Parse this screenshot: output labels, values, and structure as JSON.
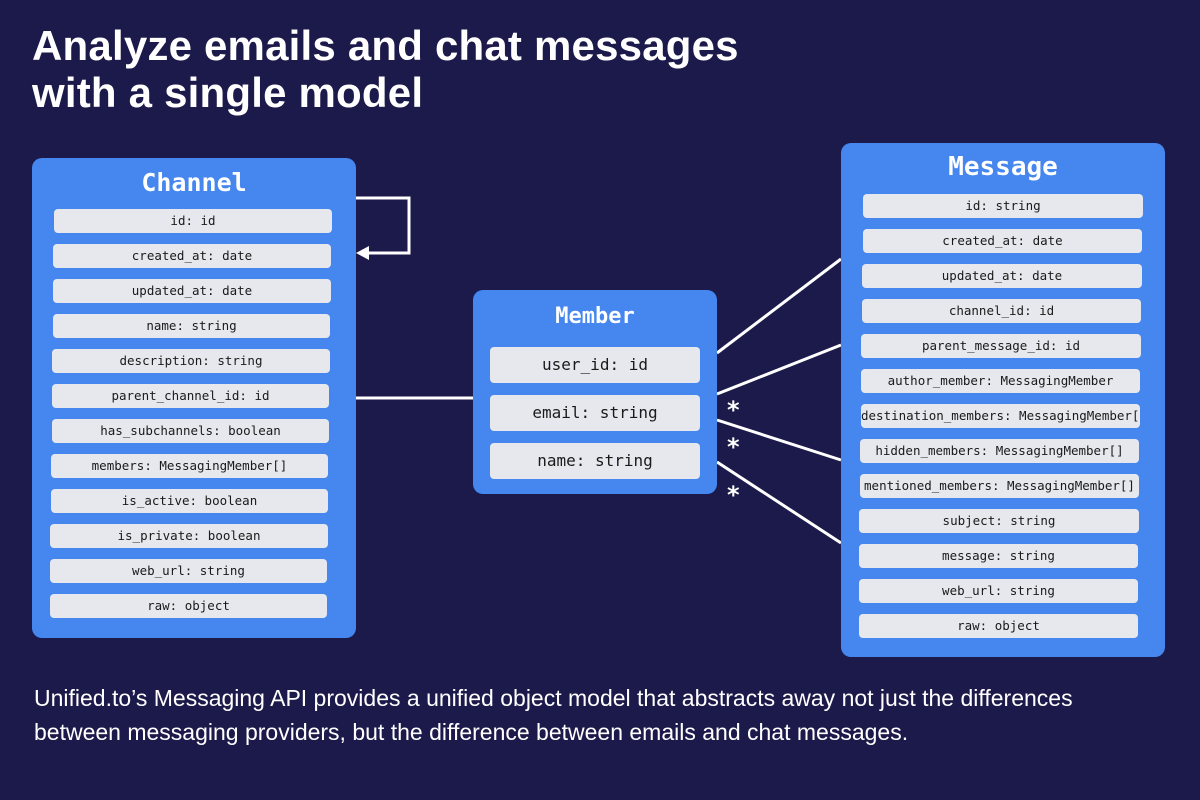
{
  "title": {
    "line1": "Analyze emails and chat messages",
    "line2": "with a single model"
  },
  "entities": {
    "channel": {
      "name": "Channel",
      "fields": [
        "id: id",
        "created_at: date",
        "updated_at: date",
        "name: string",
        "description: string",
        "parent_channel_id: id",
        "has_subchannels: boolean",
        "members: MessagingMember[]",
        "is_active: boolean",
        "is_private: boolean",
        "web_url: string",
        "raw: object"
      ]
    },
    "member": {
      "name": "Member",
      "fields": [
        "user_id: id",
        "email: string",
        "name: string"
      ]
    },
    "message": {
      "name": "Message",
      "fields": [
        "id: string",
        "created_at: date",
        "updated_at: date",
        "channel_id: id",
        "parent_message_id: id",
        "author_member: MessagingMember",
        "destination_members: MessagingMember[]",
        "hidden_members: MessagingMember[]",
        "mentioned_members: MessagingMember[]",
        "subject: string",
        "message: string",
        "web_url: string",
        "raw: object"
      ]
    }
  },
  "relations": {
    "many_marker": "*"
  },
  "footer": "Unified.to’s Messaging API provides a unified object model that abstracts away not just the differences between messaging providers, but the difference between emails and chat messages.",
  "colors": {
    "background": "#1c1a4a",
    "entity": "#4586ef",
    "field": "#e6e8ee",
    "text_light": "#ffffff",
    "text_dark": "#1a1a1a"
  }
}
